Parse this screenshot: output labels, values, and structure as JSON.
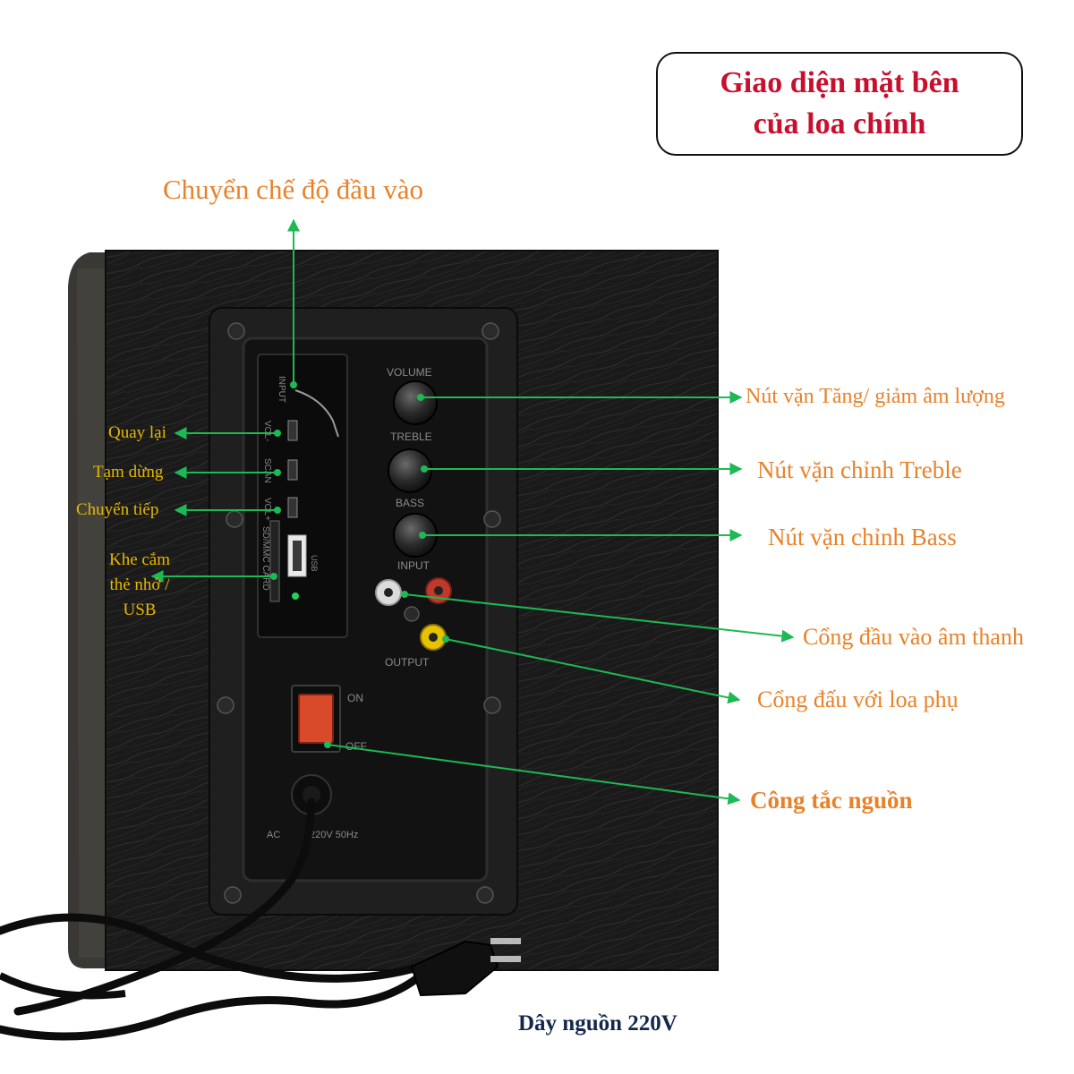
{
  "title": {
    "line1": "Giao diện mặt bên",
    "line2": "của loa chính"
  },
  "labels": {
    "input_mode": "Chuyển chế độ đầu vào",
    "prev": "Quay lại",
    "pause": "Tạm dừng",
    "next": "Chuyển tiếp",
    "card_slot_line1": "Khe cắm",
    "card_slot_line2": "thẻ nhớ /",
    "card_slot_line3": "USB",
    "volume_knob": "Nút vặn Tăng/ giảm âm lượng",
    "treble_knob": "Nút vặn chỉnh Treble",
    "bass_knob": "Nút vặn chỉnh Bass",
    "audio_input_port": "Cổng đầu vào âm thanh",
    "sub_output_port": "Cổng đấu với loa phụ",
    "power_switch": "Công tắc nguồn",
    "power_cord": "Dây nguồn 220V"
  },
  "panel_markings": {
    "input": "INPUT",
    "vol_minus": "VOL-",
    "scan": "SCAN",
    "vol_plus": "VOL+",
    "sd_card": "SD/MMC CARD",
    "usb": "USB",
    "volume": "VOLUME",
    "treble": "TREBLE",
    "bass": "BASS",
    "rca_input": "INPUT",
    "output": "OUTPUT",
    "on": "ON",
    "off": "OFF",
    "ac": "AC",
    "ac_spec": "220V 50Hz"
  },
  "colors": {
    "title": "#c8102e",
    "callout_text": "#e8822a",
    "small_callout_text": "#e6b800",
    "cord_label": "#14284b",
    "leader_line": "#1db954",
    "cabinet": "#1b1b1b",
    "power_switch": "#d94a2b"
  }
}
